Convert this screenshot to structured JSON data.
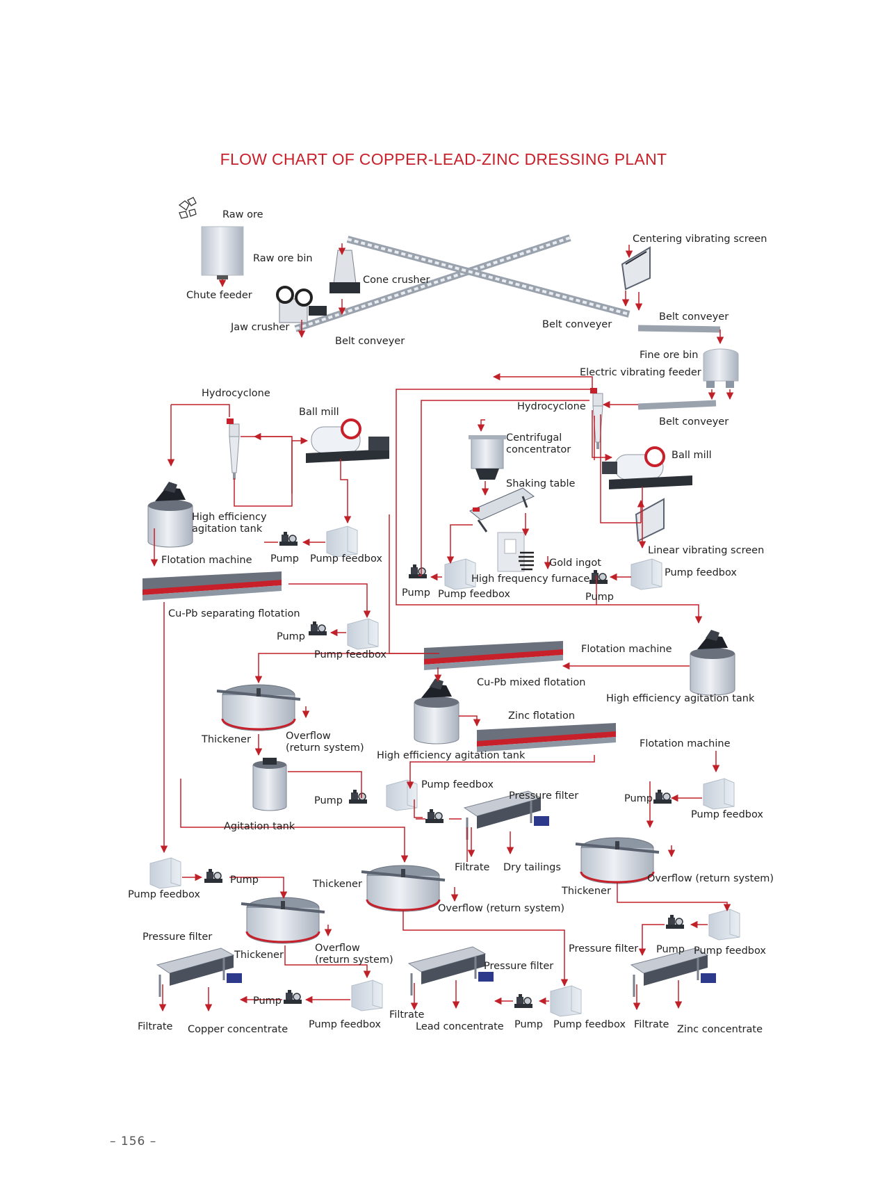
{
  "title": "FLOW CHART OF COPPER-LEAD-ZINC DRESSING PLANT",
  "page_number": "– 156 –",
  "colors": {
    "accent": "#c8202a",
    "line": "#c02028",
    "steel": "#c8ccd3",
    "dark": "#2b2f36",
    "box": "#d5dde6"
  },
  "labels": {
    "raw_ore": "Raw ore",
    "raw_ore_bin": "Raw ore bin",
    "chute_feeder": "Chute feeder",
    "jaw_crusher": "Jaw crusher",
    "cone_crusher": "Cone crusher",
    "belt_conveyer_1": "Belt conveyer",
    "belt_conveyer_2": "Belt conveyer",
    "centering_vibrating_screen": "Centering vibrating screen",
    "belt_conveyer_3": "Belt conveyer",
    "fine_ore_bin": "Fine ore bin",
    "electric_vibrating_feeder": "Electric vibrating feeder",
    "belt_conveyer_4": "Belt conveyer",
    "hydrocyclone_left": "Hydrocyclone",
    "ball_mill_left": "Ball mill",
    "hydrocyclone_right": "Hydrocyclone",
    "centrifugal_concentrator": "Centrifugal\nconcentrator",
    "ball_mill_right": "Ball mill",
    "shaking_table": "Shaking table",
    "high_eff_agitation_tank_1": "High efficiency\nagitation tank",
    "pump_1": "Pump",
    "pump_feedbox_1": "Pump feedbox",
    "flotation_machine_1": "Flotation machine",
    "linear_vibrating_screen": "Linear vibrating screen",
    "gold_ingot": "Gold ingot",
    "high_frequency_furnace": "High frequency furnace",
    "pump_feedbox_right": "Pump feedbox",
    "pump_2": "Pump",
    "pump_feedbox_2": "Pump feedbox",
    "pump_3": "Pump",
    "cu_pb_separating_flotation": "Cu-Pb separating flotation",
    "pump_4": "Pump",
    "pump_feedbox_4": "Pump feedbox",
    "flotation_machine_2": "Flotation machine",
    "cu_pb_mixed_flotation": "Cu-Pb mixed flotation",
    "high_eff_agitation_tank_2": "High efficiency agitation tank",
    "thickener_1": "Thickener",
    "overflow_1": "Overflow\n(return system)",
    "zinc_flotation": "Zinc flotation",
    "flotation_machine_3": "Flotation machine",
    "high_eff_agitation_tank_3": "High efficiency agitation tank",
    "pump_feedbox_5": "Pump feedbox",
    "pump_5": "Pump",
    "pressure_filter_1": "Pressure filter",
    "pump_6": "Pump",
    "pump_feedbox_6": "Pump feedbox",
    "agitation_tank": "Agitation tank",
    "filtrate_1": "Filtrate",
    "dry_tailings": "Dry tailings",
    "thickener_2": "Thickener",
    "overflow_2": "Overflow (return system)",
    "pump_feedbox_7": "Pump feedbox",
    "pump_7": "Pump",
    "thickener_3": "Thickener",
    "overflow_3": "Overflow (return system)",
    "pressure_filter_2": "Pressure filter",
    "thickener_4": "Thickener",
    "overflow_4": "Overflow\n(return system)",
    "pressure_filter_3": "Pressure filter",
    "pressure_filter_4": "Pressure filter",
    "pump_8": "Pump",
    "pump_feedbox_8": "Pump feedbox",
    "pump_9": "Pump",
    "filtrate_2": "Filtrate",
    "copper_concentrate": "Copper concentrate",
    "pump_feedbox_9": "Pump feedbox",
    "filtrate_3": "Filtrate",
    "lead_concentrate": "Lead concentrate",
    "pump_10": "Pump",
    "pump_feedbox_10": "Pump feedbox",
    "filtrate_4": "Filtrate",
    "zinc_concentrate": "Zinc concentrate"
  }
}
